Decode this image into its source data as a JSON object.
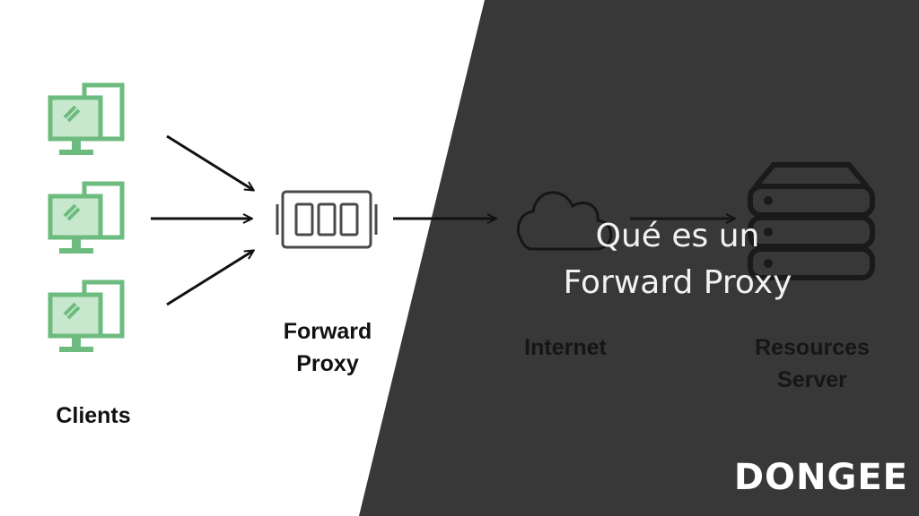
{
  "diagram": {
    "nodes": {
      "clients": {
        "label": "Clients",
        "icon": "desktop-computer-icon",
        "count": 3
      },
      "forward_proxy": {
        "label_line1": "Forward",
        "label_line2": "Proxy",
        "icon": "proxy-device-icon"
      },
      "internet": {
        "label": "Internet",
        "icon": "cloud-icon"
      },
      "resources_server": {
        "label_line1": "Resources",
        "label_line2": "Server",
        "icon": "server-stack-icon"
      }
    },
    "edges": [
      {
        "from": "clients",
        "to": "forward_proxy"
      },
      {
        "from": "forward_proxy",
        "to": "internet"
      },
      {
        "from": "internet",
        "to": "resources_server"
      }
    ]
  },
  "headline": {
    "line1": "Qué es un",
    "line2": "Forward Proxy"
  },
  "logo": {
    "text": "DONGEE"
  },
  "colors": {
    "background_light": "#ffffff",
    "background_dark": "#383838",
    "client_icon_green": "#6dbb7e",
    "client_icon_fill": "#c8e8cd",
    "proxy_icon_gray": "#4a4a4a",
    "text_dark": "#111111",
    "headline_text": "#f2f2f2"
  }
}
